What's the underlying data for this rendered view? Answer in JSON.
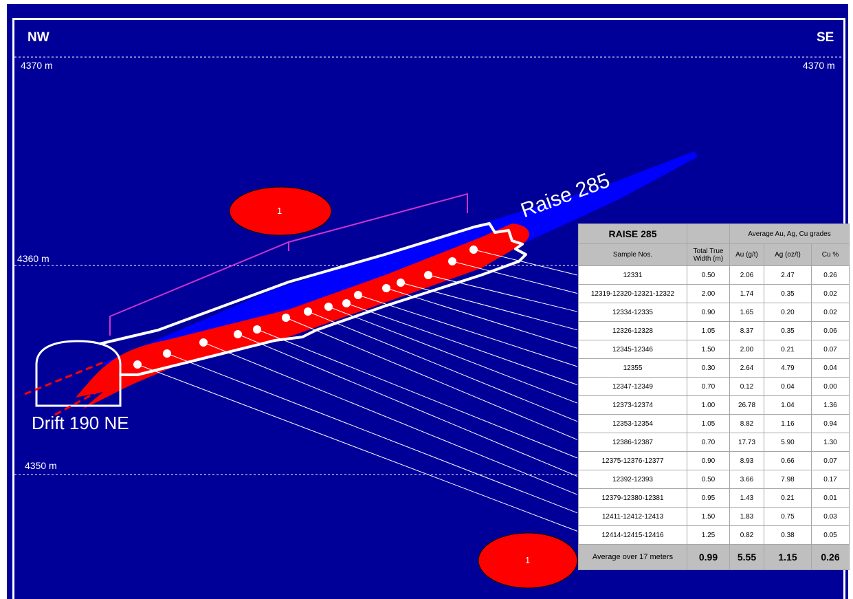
{
  "directions": {
    "left": "NW",
    "right": "SE"
  },
  "elevations": {
    "top_left": "4370 m",
    "top_right": "4370 m",
    "middle": "4360 m",
    "bottom": "4350 m"
  },
  "drift_label": "Drift 190 NE",
  "raise_label": "Raise 285",
  "callouts": {
    "upper": "1",
    "lower": "1"
  },
  "table": {
    "title": "RAISE 285",
    "group_header": "Average Au, Ag, Cu grades",
    "columns": [
      "Sample Nos.",
      "Total True Width (m)",
      "Au (g/t)",
      "Ag (oz/t)",
      "Cu %"
    ],
    "rows": [
      [
        "12331",
        "0.50",
        "2.06",
        "2.47",
        "0.26"
      ],
      [
        "12319-12320-12321-12322",
        "2.00",
        "1.74",
        "0.35",
        "0.02"
      ],
      [
        "12334-12335",
        "0.90",
        "1.65",
        "0.20",
        "0.02"
      ],
      [
        "12326-12328",
        "1.05",
        "8.37",
        "0.35",
        "0.06"
      ],
      [
        "12345-12346",
        "1.50",
        "2.00",
        "0.21",
        "0.07"
      ],
      [
        "12355",
        "0.30",
        "2.64",
        "4.79",
        "0.04"
      ],
      [
        "12347-12349",
        "0.70",
        "0.12",
        "0.04",
        "0.00"
      ],
      [
        "12373-12374",
        "1.00",
        "26.78",
        "1.04",
        "1.36"
      ],
      [
        "12353-12354",
        "1.05",
        "8.82",
        "1.16",
        "0.94"
      ],
      [
        "12386-12387",
        "0.70",
        "17.73",
        "5.90",
        "1.30"
      ],
      [
        "12375-12376-12377",
        "0.90",
        "8.93",
        "0.66",
        "0.07"
      ],
      [
        "12392-12393",
        "0.50",
        "3.66",
        "7.98",
        "0.17"
      ],
      [
        "12379-12380-12381",
        "0.95",
        "1.43",
        "0.21",
        "0.01"
      ],
      [
        "12411-12412-12413",
        "1.50",
        "1.83",
        "0.75",
        "0.03"
      ],
      [
        "12414-12415-12416",
        "1.25",
        "0.82",
        "0.38",
        "0.05"
      ]
    ],
    "average": [
      "Average over 17 meters",
      "0.99",
      "5.55",
      "1.15",
      "0.26"
    ]
  },
  "colors": {
    "background": "#000099",
    "vein": "#ff0000",
    "raise": "#0000ff",
    "outline": "#ffffff",
    "bracket": "#cc33cc",
    "table_header": "#bfbfbf"
  }
}
